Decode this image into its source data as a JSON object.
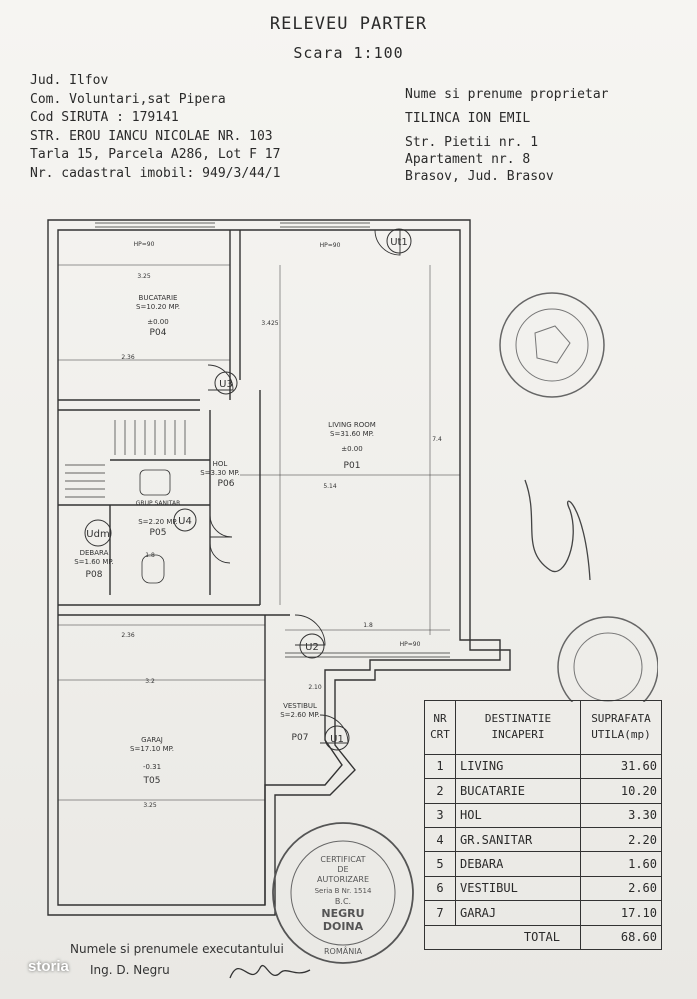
{
  "title": "RELEVEU PARTER",
  "scale": "Scara 1:100",
  "location": {
    "jud": "Jud. Ilfov",
    "com": "Com. Voluntari,sat Pipera",
    "cod_siruta": "Cod SIRUTA : 179141",
    "str": "STR. EROU IANCU NICOLAE NR. 103",
    "tarla": "Tarla 15, Parcela A286, Lot F 17",
    "nr_cadastral": "Nr. cadastral imobil: 949/3/44/1"
  },
  "owner": {
    "label": "Nume si prenume proprietar",
    "name": "TILINCA ION EMIL",
    "street": "Str. Pietii nr. 1",
    "apartment": "Apartament nr. 8",
    "city": "Brasov, Jud. Brasov"
  },
  "rooms_plan": {
    "bucatarie": {
      "name": "BUCATARIE",
      "area": "S=10.20 MP.",
      "code": "P04",
      "level": "±0.00"
    },
    "living": {
      "name": "LIVING ROOM",
      "area": "S=31.60 MP.",
      "code": "P01",
      "level": "±0.00"
    },
    "hol": {
      "name": "HOL",
      "area": "S=3.30 MP.",
      "code": "P06"
    },
    "grup": {
      "name": "GRUP SANITAR",
      "area": "S=2.20 MP.",
      "code": "P05"
    },
    "debara": {
      "name": "DEBARA",
      "area": "S=1.60 MP.",
      "code": "P08"
    },
    "vestibul": {
      "name": "VESTIBUL",
      "area": "S=2.60 MP.",
      "code": "P07"
    },
    "garaj": {
      "name": "GARAJ",
      "area": "S=17.10 MP.",
      "code": "T05",
      "level": "-0.31"
    }
  },
  "doors": {
    "ut1": "Ut1",
    "u3": "U3",
    "u4": "U4",
    "u2": "U2",
    "u1": "U1",
    "udm": "Udm"
  },
  "plan_dims": {
    "hp1": "HP=90",
    "hp2": "HP=90",
    "hp3": "HP=90",
    "d1": "3.25",
    "d2": "2.36",
    "d3": "5.14",
    "d4": "2.36",
    "d5": "3.2",
    "d6": "3.25",
    "d7": "7.4",
    "d8": "3.425",
    "d9": "1.8",
    "d10": "1.8",
    "d11": "2.10"
  },
  "table": {
    "headers": {
      "nr": "NR",
      "crt": "CRT",
      "dest1": "DESTINATIE",
      "dest2": "INCAPERI",
      "sup1": "SUPRAFATA",
      "sup2": "UTILA(mp)"
    },
    "rows": [
      {
        "nr": "1",
        "name": "LIVING",
        "value": "31.60"
      },
      {
        "nr": "2",
        "name": "BUCATARIE",
        "value": "10.20"
      },
      {
        "nr": "3",
        "name": "HOL",
        "value": "3.30"
      },
      {
        "nr": "4",
        "name": "GR.SANITAR",
        "value": "2.20"
      },
      {
        "nr": "5",
        "name": "DEBARA",
        "value": "1.60"
      },
      {
        "nr": "6",
        "name": "VESTIBUL",
        "value": "2.60"
      },
      {
        "nr": "7",
        "name": "GARAJ",
        "value": "17.10"
      }
    ],
    "total_label": "TOTAL",
    "total_value": "68.60"
  },
  "footer": {
    "executant_label": "Numele si prenumele executantului",
    "executant_name": "Ing. D. Negru"
  },
  "stamp": {
    "line1": "CERTIFICAT",
    "line2": "DE",
    "line3": "AUTORIZARE",
    "line4": "Seria B Nr. 1514",
    "line5": "B.C.",
    "line6": "NEGRU",
    "line7": "DOINA",
    "bottom": "ROMÂNIA"
  },
  "brand": "storia",
  "colors": {
    "ink": "#2a2a2a",
    "paper": "#f2f1ee",
    "stamp": "#555555"
  }
}
